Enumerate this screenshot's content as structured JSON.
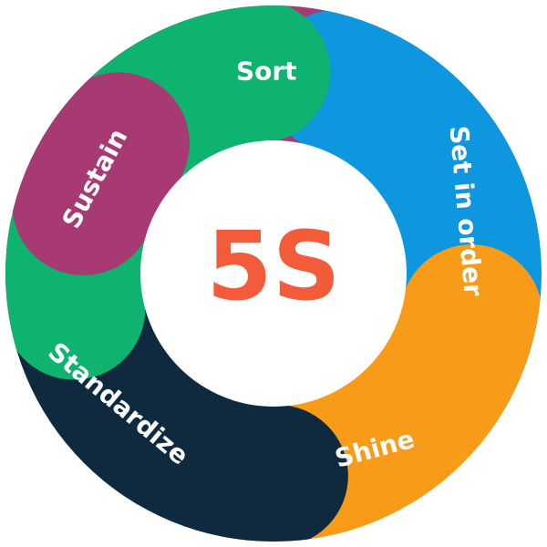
{
  "center": {
    "title": "5S",
    "title_color": "#F25C3B",
    "background_color": "#FFFFFF"
  },
  "segments": [
    {
      "label": "Sort",
      "color": "#A73A73"
    },
    {
      "label": "Set in order",
      "color": "#0E96DF"
    },
    {
      "label": "Shine",
      "color": "#F89B18"
    },
    {
      "label": "Standardize",
      "color": "#0F2A3E"
    },
    {
      "label": "Sustain",
      "color": "#0DB36F"
    }
  ]
}
